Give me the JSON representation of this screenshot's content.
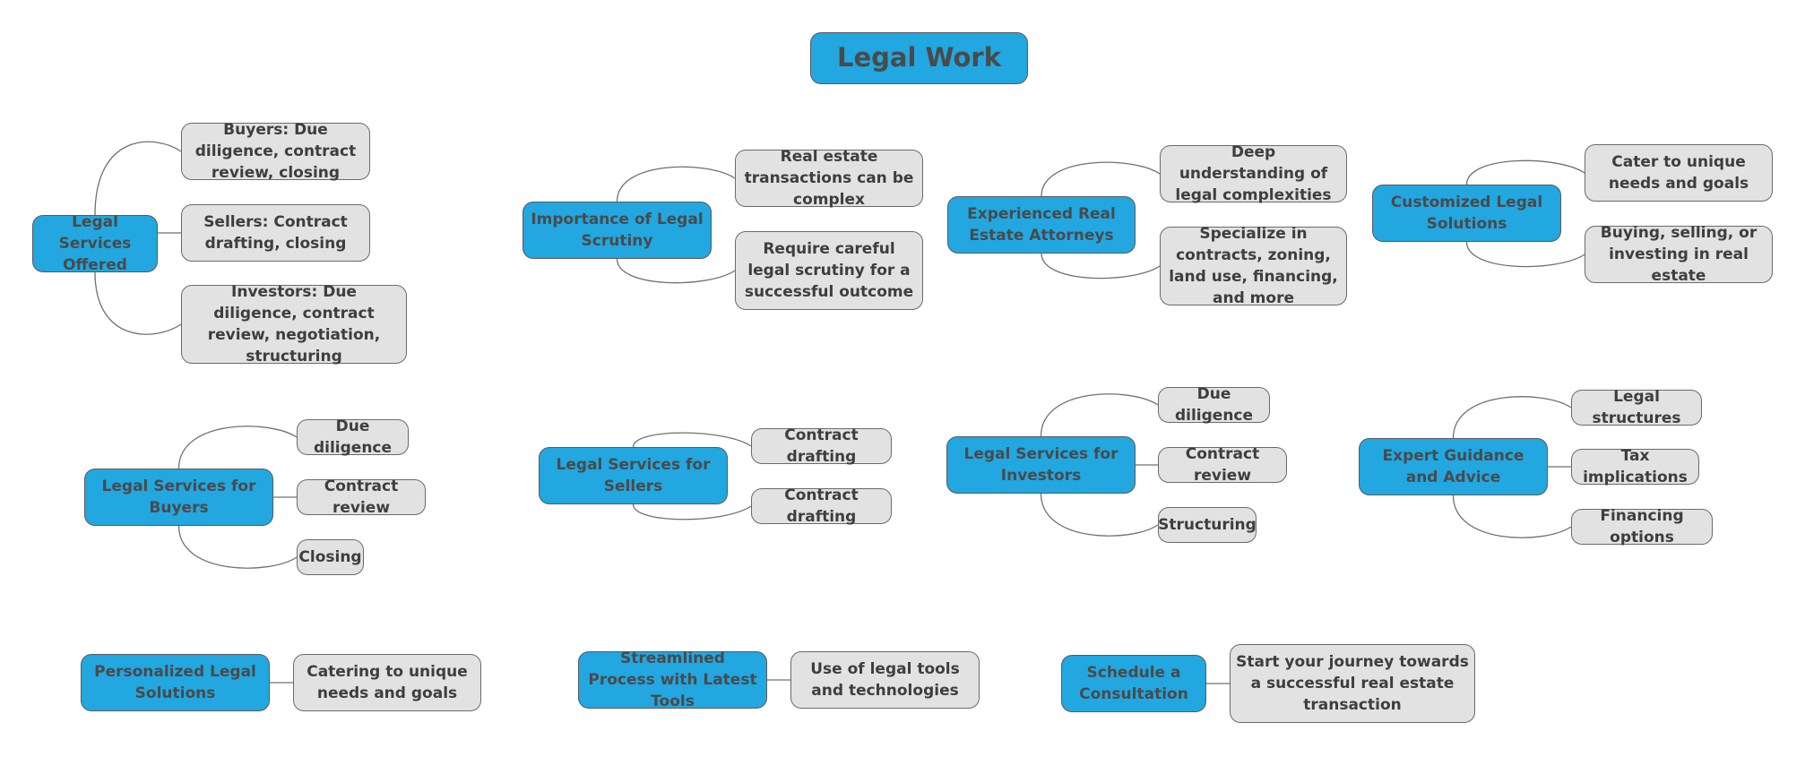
{
  "title": "Legal Work",
  "groups": [
    {
      "label": "Legal Services Offered",
      "items": [
        "Buyers: Due diligence, contract review, closing",
        "Sellers: Contract drafting, closing",
        "Investors: Due diligence, contract review, negotiation, structuring"
      ]
    },
    {
      "label": "Importance of Legal Scrutiny",
      "items": [
        "Real estate transactions can be complex",
        "Require careful legal scrutiny for a successful outcome"
      ]
    },
    {
      "label": "Experienced Real Estate Attorneys",
      "items": [
        "Deep understanding of legal complexities",
        "Specialize in contracts, zoning, land use, financing, and more"
      ]
    },
    {
      "label": "Customized Legal Solutions",
      "items": [
        "Cater to unique needs and goals",
        "Buying, selling, or investing in real estate"
      ]
    },
    {
      "label": "Legal Services for Buyers",
      "items": [
        "Due diligence",
        "Contract review",
        "Closing"
      ]
    },
    {
      "label": "Legal Services for Sellers",
      "items": [
        "Contract drafting",
        "Contract drafting"
      ]
    },
    {
      "label": "Legal Services for Investors",
      "items": [
        "Due diligence",
        "Contract review",
        "Structuring"
      ]
    },
    {
      "label": "Expert Guidance and Advice",
      "items": [
        "Legal structures",
        "Tax implications",
        "Financing options"
      ]
    },
    {
      "label": "Personalized Legal Solutions",
      "items": [
        "Catering to unique needs and goals"
      ]
    },
    {
      "label": "Streamlined Process with Latest Tools",
      "items": [
        "Use of legal tools and technologies"
      ]
    },
    {
      "label": "Schedule a Consultation",
      "items": [
        "Start your journey towards a successful real estate transaction"
      ]
    }
  ]
}
